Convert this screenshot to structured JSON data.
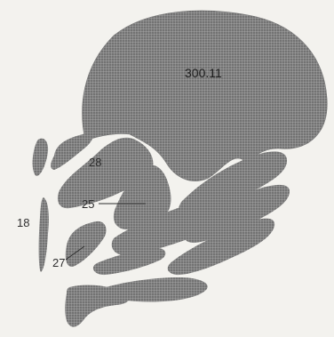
{
  "diagram": {
    "colors": {
      "background": "#f3f2ee",
      "region_fill": "#7a7a7a",
      "label_text": "#2e2e2e"
    },
    "labels": {
      "main_region": "300.11",
      "region_28": "28",
      "region_25": "25",
      "region_18": "18",
      "region_27": "27"
    }
  }
}
